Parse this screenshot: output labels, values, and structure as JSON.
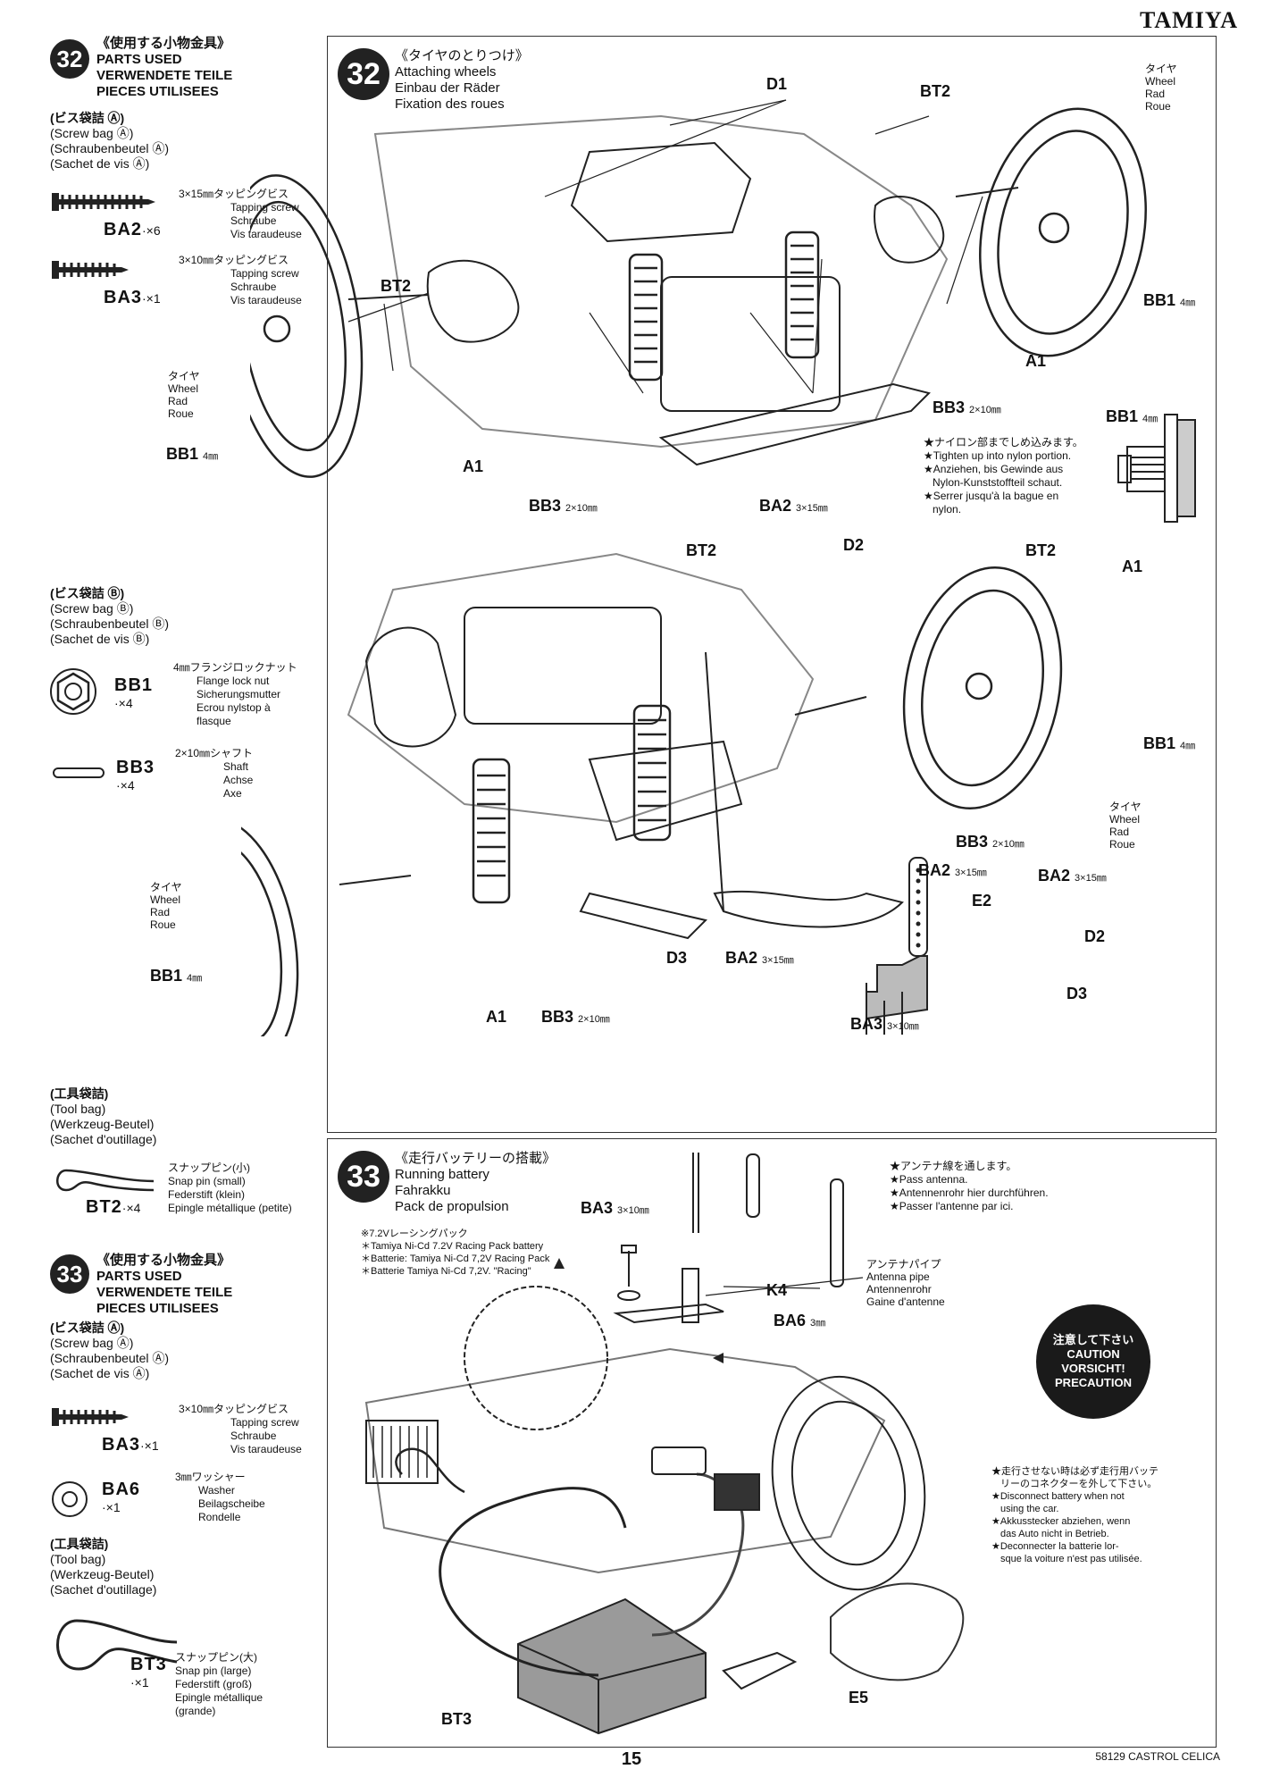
{
  "brand": "TAMIYA",
  "left32": {
    "step": "32",
    "title_jp": "《使用する小物金具》",
    "title_en": "PARTS USED",
    "title_de": "VERWENDETE TEILE",
    "title_fr": "PIECES UTILISEES",
    "bagA": {
      "jp": "(ビス袋詰 Ⓐ)",
      "en": "(Screw bag Ⓐ)",
      "de": "(Schraubenbeutel Ⓐ)",
      "fr": "(Sachet de vis Ⓐ)"
    },
    "ba2": {
      "code": "BA2",
      "qty": "·×6",
      "size_jp": "3×15㎜タッピングビス",
      "en": "Tapping screw",
      "de": "Schraube",
      "fr": "Vis taraudeuse"
    },
    "ba3": {
      "code": "BA3",
      "qty": "·×1",
      "size_jp": "3×10㎜タッピングビス",
      "en": "Tapping screw",
      "de": "Schraube",
      "fr": "Vis taraudeuse"
    },
    "bagB": {
      "jp": "(ビス袋詰 Ⓑ)",
      "en": "(Screw bag Ⓑ)",
      "de": "(Schraubenbeutel Ⓑ)",
      "fr": "(Sachet de vis Ⓑ)"
    },
    "bb1": {
      "code": "BB1",
      "qty": "·×4",
      "size_jp": "4㎜フランジロックナット",
      "en": "Flange lock nut",
      "de": "Sicherungsmutter",
      "fr": "Ecrou nylstop à",
      "fr2": "flasque"
    },
    "bb3": {
      "code": "BB3",
      "qty": "·×4",
      "size_jp": "2×10㎜シャフト",
      "en": "Shaft",
      "de": "Achse",
      "fr": "Axe"
    },
    "toolbag": {
      "jp": "(工具袋詰)",
      "en": "(Tool bag)",
      "de": "(Werkzeug-Beutel)",
      "fr": "(Sachet d'outillage)"
    },
    "bt2": {
      "code": "BT2",
      "qty": "·×4",
      "size_jp": "スナップピン(小)",
      "en": "Snap pin (small)",
      "de": "Federstift (klein)",
      "fr": "Epingle métallique (petite)"
    }
  },
  "left33": {
    "step": "33",
    "title_jp": "《使用する小物金具》",
    "title_en": "PARTS USED",
    "title_de": "VERWENDETE TEILE",
    "title_fr": "PIECES UTILISEES",
    "bagA": {
      "jp": "(ビス袋詰 Ⓐ)",
      "en": "(Screw bag Ⓐ)",
      "de": "(Schraubenbeutel Ⓐ)",
      "fr": "(Sachet de vis Ⓐ)"
    },
    "ba3": {
      "code": "BA3",
      "qty": "·×1",
      "size_jp": "3×10㎜タッピングビス",
      "en": "Tapping screw",
      "de": "Schraube",
      "fr": "Vis taraudeuse"
    },
    "ba6": {
      "code": "BA6",
      "qty": "·×1",
      "size_jp": "3㎜ワッシャー",
      "en": "Washer",
      "de": "Beilagscheibe",
      "fr": "Rondelle"
    },
    "toolbag": {
      "jp": "(工具袋詰)",
      "en": "(Tool bag)",
      "de": "(Werkzeug-Beutel)",
      "fr": "(Sachet d'outillage)"
    },
    "bt3": {
      "code": "BT3",
      "qty": "·×1",
      "size_jp": "スナップピン(大)",
      "en": "Snap pin (large)",
      "de": "Federstift (groß)",
      "fr": "Epingle métallique",
      "fr2": "(grande)"
    }
  },
  "step32": {
    "step": "32",
    "title_jp": "《タイヤのとりつけ》",
    "title_en": "Attaching wheels",
    "title_de": "Einbau der Räder",
    "title_fr": "Fixation des roues",
    "wheel": {
      "jp": "タイヤ",
      "en": "Wheel",
      "de": "Rad",
      "fr": "Roue"
    },
    "labels": {
      "d1": "D1",
      "bt2": "BT2",
      "a1": "A1",
      "bb1": "BB1",
      "bb3": "BB3",
      "ba2": "BA2",
      "ba3": "BA3",
      "d2": "D2",
      "d3": "D3",
      "e2": "E2"
    },
    "sizes": {
      "mm4": "4㎜",
      "s2x10": "2×10㎜",
      "s3x15": "3×15㎜",
      "s3x10": "3×10㎜"
    },
    "nylon_note": {
      "jp": "★ナイロン部までしめ込みます。",
      "en": "★Tighten up into nylon portion.",
      "de1": "★Anziehen, bis Gewinde aus",
      "de2": "Nylon-Kunststoffteil schaut.",
      "fr1": "★Serrer jusqu'à la bague en",
      "fr2": "nylon."
    }
  },
  "step33": {
    "step": "33",
    "title_jp": "《走行バッテリーの搭載》",
    "title_en": "Running battery",
    "title_de": "Fahrakku",
    "title_fr": "Pack de propulsion",
    "battery_jp": "※7.2Vレーシングパック",
    "battery_en": "＊Tamiya Ni-Cd 7.2V Racing Pack battery",
    "battery_de": "＊Batterie: Tamiya Ni-Cd 7,2V Racing Pack",
    "battery_fr": "＊Batterie Tamiya Ni-Cd 7,2V. \"Racing\"",
    "antenna_note": {
      "jp": "★アンテナ線を通します。",
      "en": "★Pass antenna.",
      "de": "★Antennenrohr hier durchführen.",
      "fr": "★Passer l'antenne par ici."
    },
    "pipe": {
      "jp": "アンテナパイプ",
      "en": "Antenna pipe",
      "de": "Antennenrohr",
      "fr": "Gaine d'antenne"
    },
    "labels": {
      "ba3": "BA3",
      "ba3_size": "3×10㎜",
      "k4": "K4",
      "ba6": "BA6",
      "ba6_size": "3㎜",
      "bt3": "BT3",
      "e5": "E5"
    },
    "caution": {
      "jp": "注意して下さい",
      "en": "CAUTION",
      "de": "VORSICHT!",
      "fr": "PRECAUTION"
    },
    "disconnect": {
      "jp1": "★走行させない時は必ず走行用バッテ",
      "jp2": "リーのコネクターを外して下さい。",
      "en1": "★Disconnect battery when not",
      "en2": "using the car.",
      "de1": "★Akkusstecker abziehen, wenn",
      "de2": "das Auto nicht in Betrieb.",
      "fr1": "★Deconnecter la batterie lor-",
      "fr2": "sque la voiture n'est pas utilisée."
    }
  },
  "footer": {
    "page": "15",
    "code": "58129 CASTROL CELICA"
  }
}
